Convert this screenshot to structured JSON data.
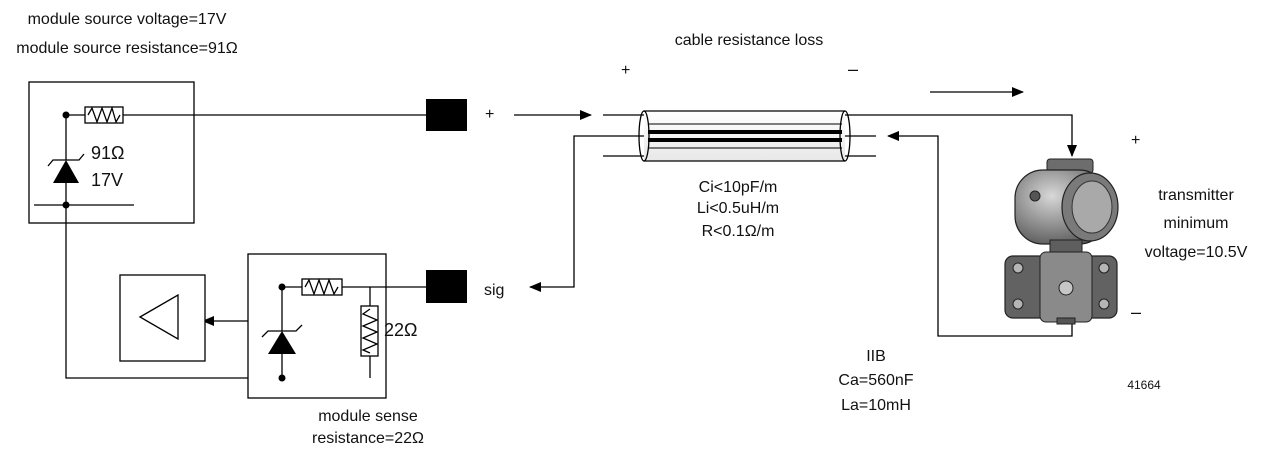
{
  "labels": {
    "source_voltage": "module source voltage=17V",
    "source_resistance": "module source resistance=91Ω",
    "cable_loss": "cable resistance loss",
    "cable_plus": "+",
    "cable_minus": "–",
    "wire_plus": "+",
    "wire_sig": "sig",
    "src_res_value": "91Ω",
    "src_volt_value": "17V",
    "cable_ci": "Ci<10pF/m",
    "cable_li": "Li<0.5uH/m",
    "cable_r": "R<0.1Ω/m",
    "sense_res_value": "22Ω",
    "sense_caption_1": "module sense",
    "sense_caption_2": "resistance=22Ω",
    "transmitter_plus": "+",
    "transmitter_minus": "–",
    "transmitter_1": "transmitter",
    "transmitter_2": "minimum",
    "transmitter_3": "voltage=10.5V",
    "iib_1": "IIB",
    "iib_2": "Ca=560nF",
    "iib_3": "La=10mH",
    "figure_number": "41664"
  }
}
